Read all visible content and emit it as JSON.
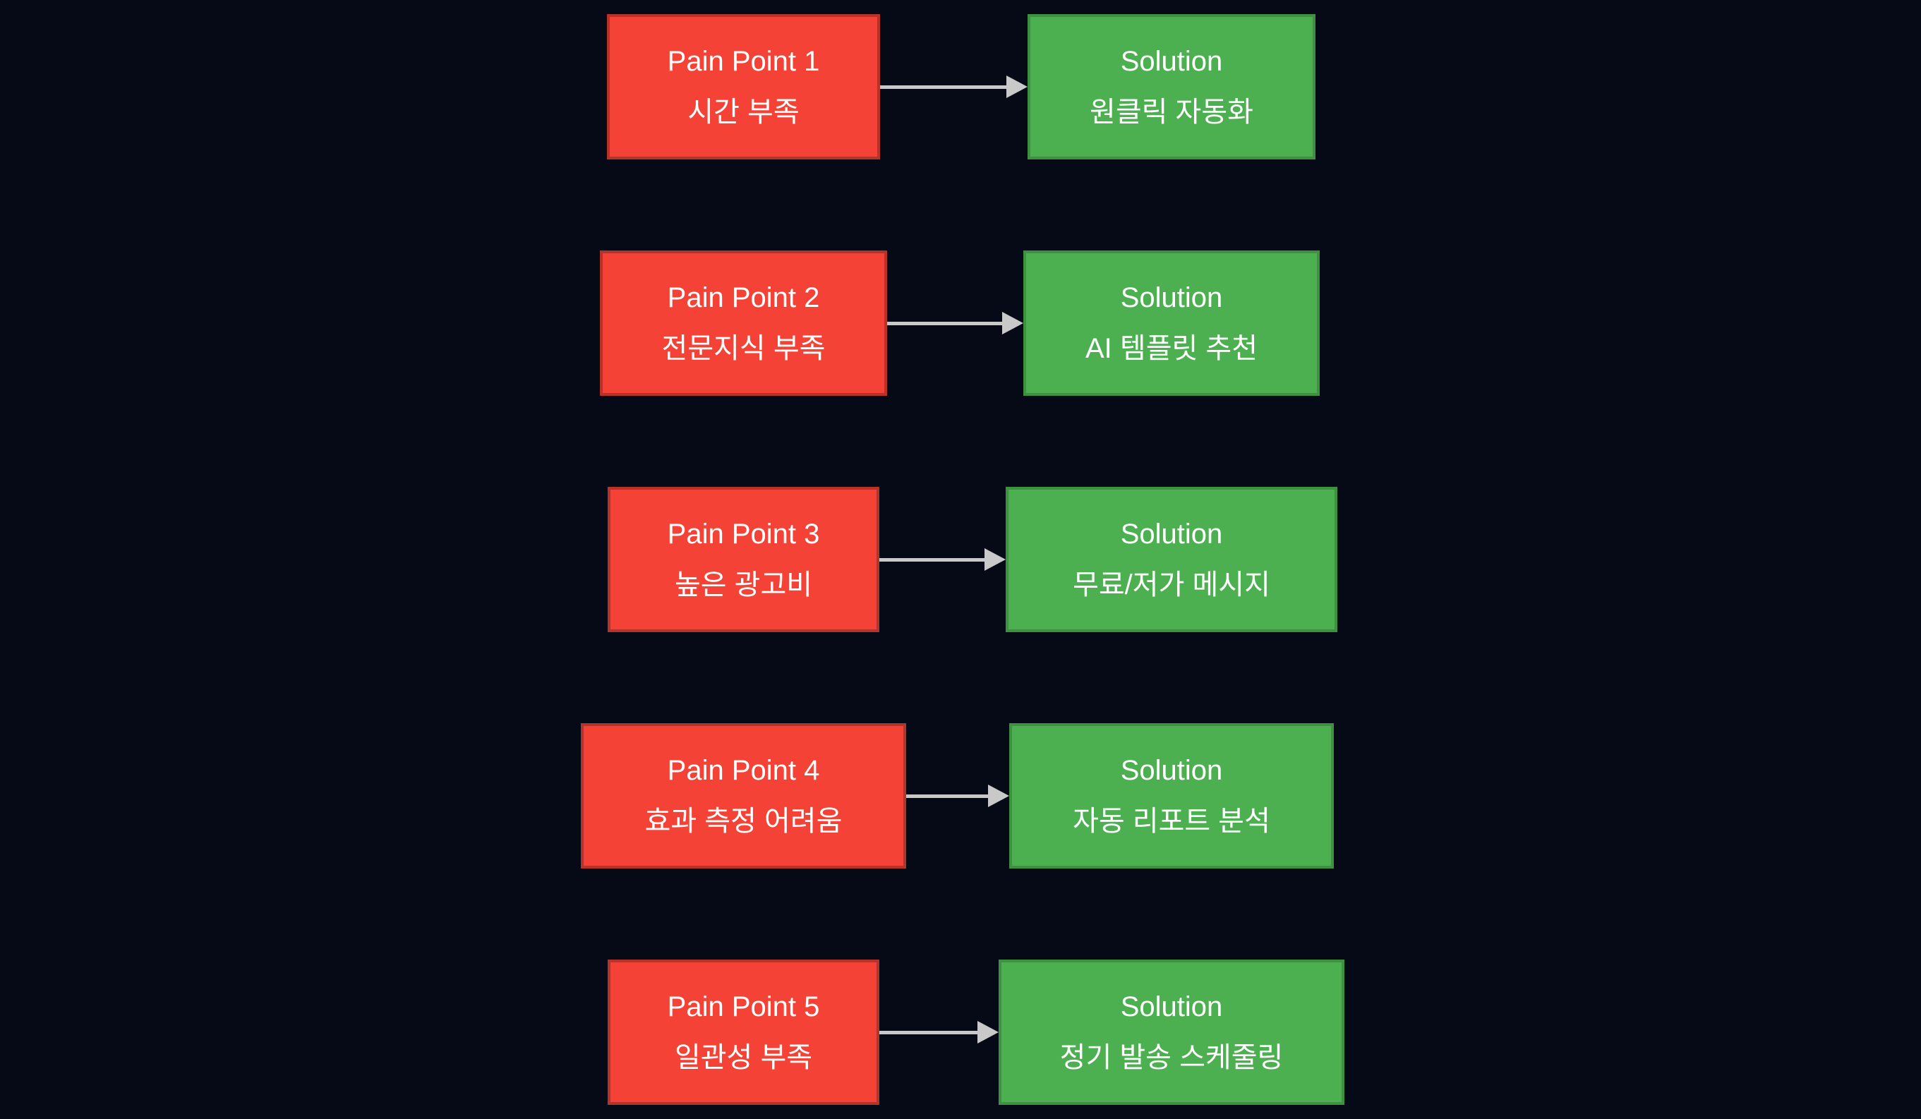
{
  "colors": {
    "background": "#050a16",
    "pain_fill": "#f44336",
    "pain_border": "#b5332a",
    "solution_fill": "#4caf50",
    "solution_border": "#3f9142",
    "arrow": "#c9c9c9",
    "text": "#ffffff"
  },
  "rows": [
    {
      "pain": {
        "title": "Pain Point 1",
        "subtitle": "시간 부족"
      },
      "solution": {
        "title": "Solution",
        "subtitle": "원클릭 자동화"
      }
    },
    {
      "pain": {
        "title": "Pain Point 2",
        "subtitle": "전문지식 부족"
      },
      "solution": {
        "title": "Solution",
        "subtitle": "AI 템플릿 추천"
      }
    },
    {
      "pain": {
        "title": "Pain Point 3",
        "subtitle": "높은 광고비"
      },
      "solution": {
        "title": "Solution",
        "subtitle": "무료/저가 메시지"
      }
    },
    {
      "pain": {
        "title": "Pain Point 4",
        "subtitle": "효과 측정 어려움"
      },
      "solution": {
        "title": "Solution",
        "subtitle": "자동 리포트 분석"
      }
    },
    {
      "pain": {
        "title": "Pain Point 5",
        "subtitle": "일관성 부족"
      },
      "solution": {
        "title": "Solution",
        "subtitle": "정기 발송 스케줄링"
      }
    }
  ]
}
